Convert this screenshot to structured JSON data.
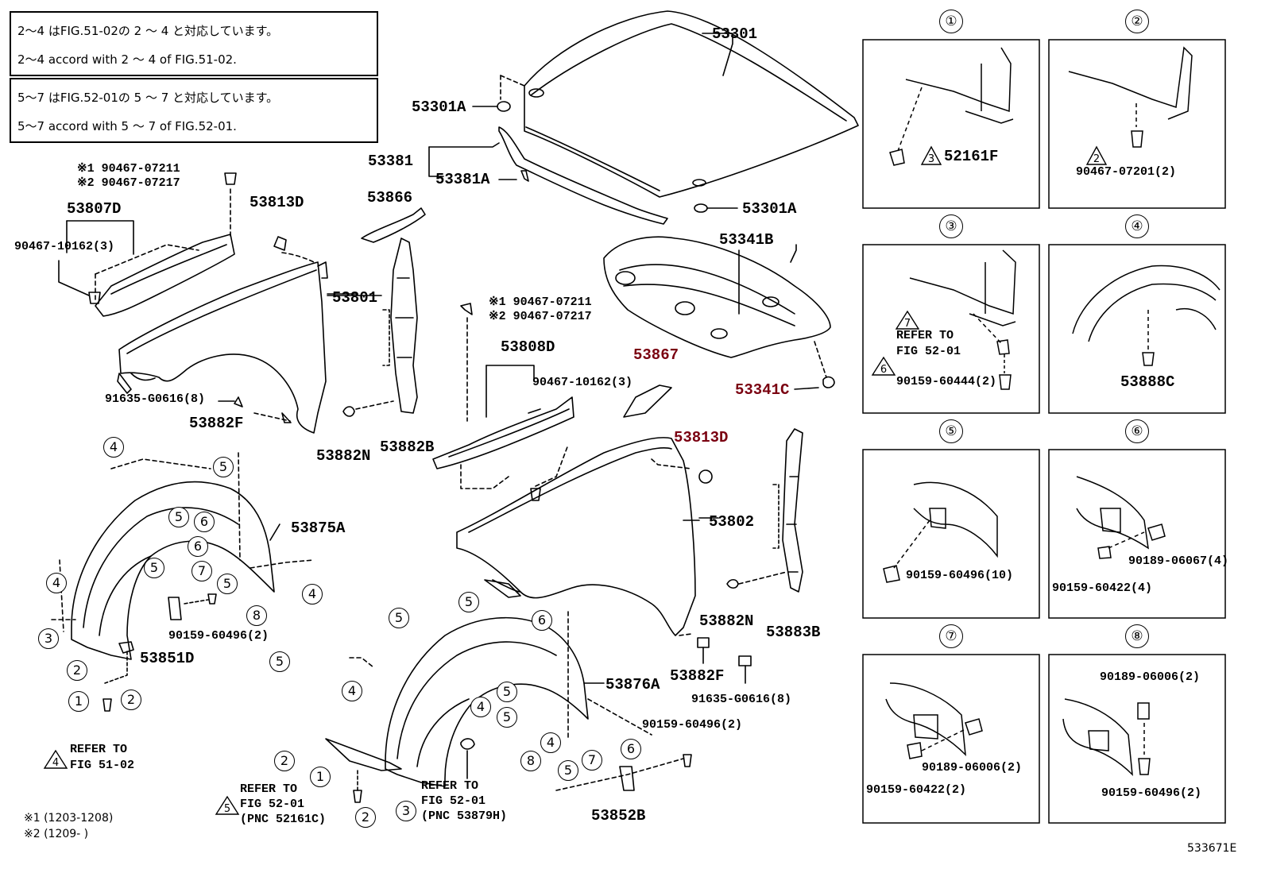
{
  "notes": {
    "box1": {
      "line1": "2〜4 はFIG.51-02の 2 〜 4 と対応しています。",
      "line2": "2〜4  accord with  2 〜 4  of FIG.51-02."
    },
    "box2": {
      "line1": "5〜7 はFIG.52-01の 5 〜 7 と対応しています。",
      "line2": "5〜7  accord with  5 〜 7  of FIG.52-01."
    }
  },
  "parts": {
    "hood": "53301",
    "hood_cushion_left": "53301A",
    "hood_cushion_right": "53301A",
    "hood_seal": "53381",
    "hood_seal_clip": "53381A",
    "hood_insulator": "53341B",
    "hood_insulator_clip": "53341C",
    "fender_left_cover": "53807D",
    "fender_right_cover": "53808D",
    "fender_left": "53801",
    "fender_right": "53802",
    "fender_seal_left": "53866",
    "fender_seal_right": "53867",
    "fender_stay_clip_left": "53813D",
    "fender_stay_clip_right": "53813D",
    "fender_bracket_left": "53882B",
    "fender_bracket_right": "53883B",
    "fender_stay_f_left": "53882F",
    "fender_stay_f_right": "53882F",
    "fender_stay_n_left": "53882N",
    "fender_stay_n_right": "53882N",
    "liner_left": "53875A",
    "liner_right": "53876A",
    "liner_seal_left": "53851D",
    "liner_seal_right": "53852B",
    "bolt_a_1": "※1 90467-07211",
    "bolt_a_2": "※2 90467-07217",
    "bolt_b_1": "※1 90467-07211",
    "bolt_b_2": "※2 90467-07217",
    "clip_left": "90467-10162(3)",
    "clip_right": "90467-10162(3)",
    "screw_left": "91635-G0616(8)",
    "screw_right": "91635-G0616(8)",
    "screw_liner_left": "90159-60496(2)",
    "screw_liner_right": "90159-60496(2)"
  },
  "refs": {
    "left_liner": "REFER TO\nFIG 51-02",
    "right_liner_a": "REFER TO\nFIG 52-01\n(PNC 52161C)",
    "right_liner_b": "REFER TO\nFIG 52-01\n(PNC 53879H)"
  },
  "panels": [
    {
      "num": "①",
      "labels": [
        "52161F"
      ],
      "tri": "3"
    },
    {
      "num": "②",
      "labels": [
        "90467-07201(2)"
      ],
      "tri": "2"
    },
    {
      "num": "③",
      "labels": [
        "REFER TO",
        "FIG 52-01",
        "90159-60444(2)"
      ],
      "tri": "7",
      "tri2": "6"
    },
    {
      "num": "④",
      "labels": [
        "53888C"
      ]
    },
    {
      "num": "⑤",
      "labels": [
        "90159-60496(10)"
      ]
    },
    {
      "num": "⑥",
      "labels": [
        "90189-06067(4)",
        "90159-60422(4)"
      ]
    },
    {
      "num": "⑦",
      "labels": [
        "90189-06006(2)",
        "90159-60422(2)"
      ]
    },
    {
      "num": "⑧",
      "labels": [
        "90189-06006(2)",
        "90159-60496(2)"
      ]
    }
  ],
  "footer": {
    "note1": "※1 (1203-1208)",
    "note2": "※2 (1209-      )",
    "fig_code": "533671E"
  }
}
